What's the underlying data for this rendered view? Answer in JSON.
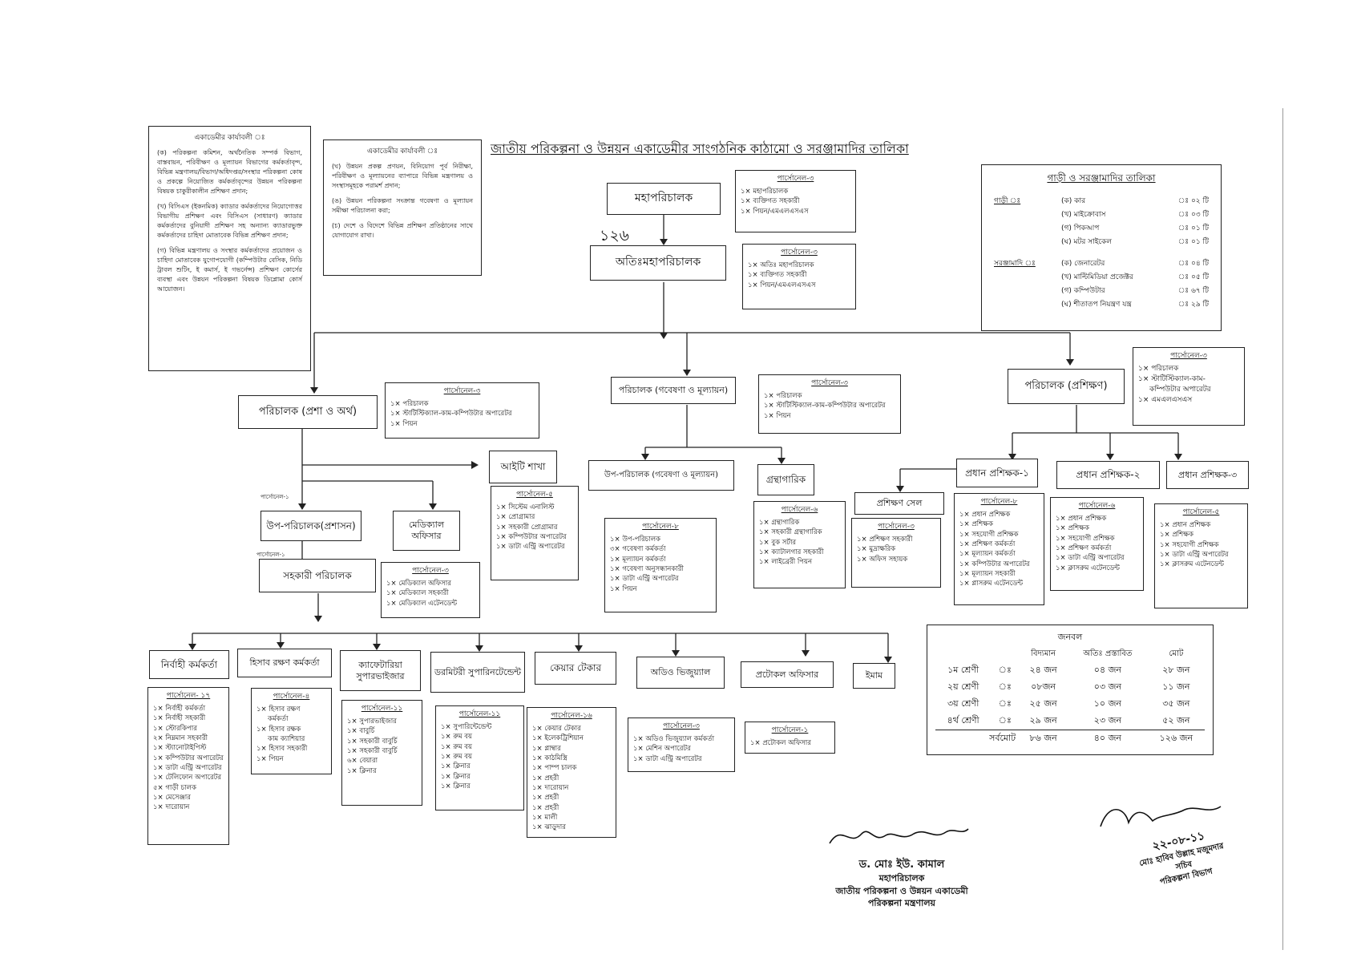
{
  "title": "জাতীয় পরিকল্পনা ও উন্নয়ন একাডেমীর সাংগঠনিক কাঠামো ও সরঞ্জামাদির তালিকা",
  "handwritten_total": "১২৬",
  "functions_left": {
    "heading": "একাডেমীর কার্যাবলী ঃ",
    "paragraphs": [
      "(ক) পরিকল্পনা কমিশন, অর্থনৈতিক সম্পর্ক বিভাগ, বাস্তবায়ন, পরিবীক্ষণ ও মূল্যায়ন বিভাগের কর্মকর্তাবৃন্দ, বিভিন্ন মন্ত্রণালয়/বিভাগ/অধিদপ্তর/সংস্থার পরিকল্পনা কোষ ও প্রকল্পে নিয়োজিত কর্মকর্তাবৃন্দের উন্নয়ন পরিকল্পনা বিষয়ক চাকুরীকালীন প্রশিক্ষণ প্রদান;",
      "(খ) বিসিএস (ইকনমিক) ক্যাডার কর্মকর্তাদের নিয়োগোত্তর বিভাগীয় প্রশিক্ষণ এবং বিসিএস (সাধারণ) ক্যাডার কর্মকর্তাদের বুনিয়াদী প্রশিক্ষণ সহ অন্যান্য ক্যাডারভুক্ত কর্মকর্তাদের চাহিদা মোতাবেক বিভিন্ন প্রশিক্ষণ প্রদান;",
      "(গ) বিভিন্ন মন্ত্রণালয় ও সংস্থার কর্মকর্তাদের প্রয়োজন ও চাহিদা মোতাবেক যুগোপযোগী (কম্পিউটার বেসিক, নিডি ট্রাবল শুটিং, ই কমার্স, ই গভর্নেন্স) প্রশিক্ষণ কোর্সের ব্যবস্থা এবং উন্নয়ন পরিকল্পনা বিষয়ক ডিপ্লোমা কোর্স আয়োজন।"
    ]
  },
  "functions_right": {
    "heading": "একাডেমীর কার্যাবলী ঃ",
    "paragraphs": [
      "(ঘ) উন্নয়ন প্রকল্প প্রণয়ন, বিনিয়োগ পূর্ব নিরীক্ষা, পরিবীক্ষণ ও মূল্যায়নের ব্যাপারে বিভিন্ন মন্ত্রণালয় ও সংস্থাসমূহকে পরামর্শ প্রদান;",
      "(ঙ) উন্নয়ন পরিকল্পনা সংক্রান্ত গবেষণা ও মূল্যায়ন সমীক্ষা পরিচালনা করা;",
      "(চ) দেশে ও বিদেশে বিভিন্ন প্রশিক্ষণ প্রতিষ্ঠানের সাথে যোগাযোগ রাখা।"
    ]
  },
  "nodes": {
    "dg": "মহাপরিচালক",
    "adg": "অতিঃমহাপরিচালক",
    "dir_admin": "পরিচালক (প্রশা ও অর্থ)",
    "dir_research": "পরিচালক (গবেষণা ও মূল্যায়ন)",
    "dir_training": "পরিচালক (প্রশিক্ষণ)",
    "it_branch": "আইটি শাখা",
    "dep_dir_research": "উপ-পরিচালক (গবেষণা ও মূল্যায়ন)",
    "librarian": "গ্রন্থাগারিক",
    "chief_inst_1": "প্রধান প্রশিক্ষক-১",
    "chief_inst_2": "প্রধান প্রশিক্ষক-২",
    "chief_inst_3": "প্রধান প্রশিক্ষক-৩",
    "training_cell": "প্রশিক্ষণ সেল",
    "dep_dir_admin": "উপ-পরিচালক(প্রশাসন)",
    "medical_officer": "মেডিক্যাল অফিসার",
    "asst_dir": "সহকারী পরিচালক",
    "exec_officer": "নির্বাহী কর্মকর্তা",
    "accounts_officer": "হিসাব রক্ষণ কর্মকর্তা",
    "cafeteria": "ক্যাফেটারিয়া সুপারভাইজার",
    "dormitory": "ডরমিটরী সুপারিনটেন্ডেন্ট",
    "caretaker": "কেয়ার টেকার",
    "audio_visual": "অডিও ভিজুয়্যাল",
    "protocol": "প্রটোকল অফিসার",
    "imam": "ইমাম"
  },
  "side_labels": {
    "dep_dir_admin": "পার্সোনেল-১",
    "asst_dir": "পার্সোনেল-১"
  },
  "staff": {
    "dg": {
      "heading": "পার্সোনেল-৩",
      "lines": [
        "১× মহাপরিচালক",
        "১× ব্যক্তিগত সহকারী",
        "১× পিয়ন/এমএলএসএস"
      ]
    },
    "adg": {
      "heading": "পার্সোনেল-৩",
      "lines": [
        "১× অতিঃ মহাপরিচালক",
        "১× ব্যক্তিগত সহকারী",
        "১× পিয়ন/এমএলএসএস"
      ]
    },
    "dir_admin": {
      "heading": "পার্সোনেল-৩",
      "lines": [
        "১× পরিচালক",
        "১× স্টাটিস্টিক্যাল-কাম-কম্পিউটার অপারেটর",
        "১× পিয়ন"
      ]
    },
    "dir_research": {
      "heading": "পার্সোনেল-৩",
      "lines": [
        "১× পরিচালক",
        "১× স্টাটিস্টিক্যাল-কাম-কম্পিউটার অপারেটর",
        "১× পিয়ন"
      ]
    },
    "dir_training": {
      "heading": "পার্সোনেল-৩",
      "lines": [
        "১× পরিচালক",
        "১× স্টাটিস্টিক্যাল-কাম-",
        "কম্পিউটার অপারেটর",
        "১× এমএলএসএস"
      ]
    },
    "it_branch": {
      "heading": "পার্সোনেল-৫",
      "lines": [
        "১× সিস্টেম এনালিস্ট",
        "১× প্রোগ্রামার",
        "১× সহকারী প্রোগ্রামার",
        "১× কম্পিউটার অপারেটর",
        "১× ডাটা এন্ট্রি অপারেটর"
      ]
    },
    "dep_dir_research": {
      "heading": "পার্সোনেল-৮",
      "lines": [
        "১× উপ-পরিচালক",
        "৩× গবেষণা কর্মকর্তা",
        "১× মূল্যায়ন কর্মকর্তা",
        "১× গবেষণা অনুসন্ধানকারী",
        "১× ডাটা এন্ট্রি অপারেটর",
        "১× পিয়ন"
      ]
    },
    "librarian": {
      "heading": "পার্সোনেল-৬",
      "lines": [
        "১× গ্রন্থাগারিক",
        "১× সহকারী গ্রন্থাগারিক",
        "১× বুক সর্টার",
        "১× ক্যাটালগার সহকারী",
        "১× লাইব্রেরী পিয়ন"
      ]
    },
    "training_cell": {
      "heading": "পার্সোনেল-৩",
      "lines": [
        "১× প্রশিক্ষণ সহকারী",
        "১× মুদ্রাক্ষরিক",
        "১× অফিস সহায়ক"
      ]
    },
    "chief_inst_1": {
      "heading": "পার্সোনেল-৮",
      "lines": [
        "১× প্রধান প্রশিক্ষক",
        "১× প্রশিক্ষক",
        "১× সহযোগী প্রশিক্ষক",
        "১× প্রশিক্ষণ কর্মকর্তা",
        "১× মূল্যায়ন কর্মকর্তা",
        "১× কম্পিউটার অপারেটর",
        "১× মূল্যায়ন সহকারী",
        "১× প্লাসরুম এটেনডেন্ট"
      ]
    },
    "chief_inst_2": {
      "heading": "পার্সোনেল-৬",
      "lines": [
        "১× প্রধান প্রশিক্ষক",
        "১× প্রশিক্ষক",
        "১× সহযোগী প্রশিক্ষক",
        "১× প্রশিক্ষণ কর্মকর্তা",
        "১× ডাটা এন্ট্রি অপারেটর",
        "১× ক্লাসরুম এটেনডেন্ট"
      ]
    },
    "chief_inst_3": {
      "heading": "পার্সোনেল-৫",
      "lines": [
        "১× প্রধান প্রশিক্ষক",
        "১× প্রশিক্ষক",
        "১× সহযোগী প্রশিক্ষক",
        "১× ডাটা এন্ট্রি অপারেটর",
        "১× ক্লাসরুম এটেনডেন্ট"
      ]
    },
    "asst_dir": {
      "heading": "পার্সোনেল-৩",
      "lines": [
        "১× মেডিক্যাল অফিসার",
        "১× মেডিক্যাল সহকারী",
        "১× মেডিক্যাল এটেনডেন্ট"
      ]
    },
    "exec_officer": {
      "heading": "পার্সোনেল- ১৭",
      "lines": [
        "১× নির্বাহী কর্মকর্তা",
        "১× নির্বাহী সহকারী",
        "১× স্টোরকিপার",
        "২× নিম্নমান সহকারী",
        "১× স্ট্যানোটাইপিস্ট",
        "১× কম্পিউটার অপারেটর",
        "১× ডাটা এন্ট্রি অপারেটর",
        "১× টেলিফোন অপারেটর",
        "৫× গাড়ী চালক",
        "১× মেসেঞ্জার",
        "১× দারোয়ান"
      ]
    },
    "accounts_officer": {
      "heading": "পার্সোনেল-৪",
      "lines": [
        "১× হিসাব রক্ষণ",
        "কর্মকর্তা",
        "১× হিসাব রক্ষক",
        "কাম ক্যাশিয়ার",
        "১× হিসাব সহকারী",
        "১× পিয়ন"
      ]
    },
    "cafeteria": {
      "heading": "পার্সোনেল-১১",
      "lines": [
        "১× সুপারভাইজার",
        "১× বাবুর্চি",
        "১× সহকারী বাবুর্চি",
        "১× সহকারী বাবুর্চি",
        "৬× বেয়ারা",
        "১× ক্লিনার"
      ]
    },
    "dormitory": {
      "heading": "পার্সোনেল-১১",
      "lines": [
        "১× সুপারিন্টেন্ডেন্ট",
        "১× রুম বয়",
        "১× রুম বয়",
        "১× রুম বয়",
        "১× ক্লিনার",
        "১× ক্লিনার",
        "১× ক্লিনার"
      ]
    },
    "caretaker": {
      "heading": "পার্সোনেল-১৬",
      "lines": [
        "১× কেয়ার টেকার",
        "১× ইলেকট্রিশিয়ান",
        "১× প্লাম্বার",
        "১× কাঠমিস্ত্রি",
        "১× পাম্প চালক",
        "১× প্রহরী",
        "১× দারোয়ান",
        "১× প্রহরী",
        "১× প্রহরী",
        "১× মালী",
        "১× ঝাড়ুদার"
      ]
    },
    "audio_visual": {
      "heading": "পার্সোনেল-৩",
      "lines": [
        "১× অডিও ভিজুয়্যাল কর্মকর্তা",
        "১× মেশিন অপারেটর",
        "১× ডাটা এন্ট্রি অপারেটর"
      ]
    },
    "protocol": {
      "heading": "পার্সোনেল-১",
      "lines": [
        "১× প্রটোকল অফিসার"
      ]
    }
  },
  "equipment": {
    "title": "গাড়ী ও সরঞ্জামাদির তালিকা",
    "vehicles_label": "গাড়ী ঃ",
    "vehicles": [
      {
        "name": "(ক) কার",
        "count": "ঃ ০২ টি"
      },
      {
        "name": "(খ) মাইক্রোবাস",
        "count": "ঃ ০৩ টি"
      },
      {
        "name": "(গ) পিকআপ",
        "count": "ঃ ০১ টি"
      },
      {
        "name": "(ঘ) মটর সাইকেল",
        "count": "ঃ ০১ টি"
      }
    ],
    "equipment_label": "সরঞ্জামাদি ঃ",
    "items": [
      {
        "name": "(ক) জেনারেটর",
        "count": "ঃ ০৪ টি"
      },
      {
        "name": "(খ) মাল্টিমিডিয়া প্রজেক্টর",
        "count": "ঃ ০৫ টি"
      },
      {
        "name": "(গ) কম্পিউটার",
        "count": "ঃ ৬৭ টি"
      },
      {
        "name": "(ঘ) শীতাতপ নিয়ন্ত্রণ যন্ত্র",
        "count": "ঃ ২৯ টি"
      }
    ]
  },
  "manpower": {
    "title": "জনবল",
    "headers": [
      "",
      "",
      "বিদ্যমান",
      "অতিঃ প্রস্তাবিত",
      "মোট"
    ],
    "rows": [
      [
        "১ম শ্রেণী",
        "ঃ",
        "২৪ জন",
        "০৪ জন",
        "২৮ জন"
      ],
      [
        "২য় শ্রেণী",
        "ঃ",
        "০৮জন",
        "০৩ জন",
        "১১ জন"
      ],
      [
        "৩য় শ্রেণী",
        "ঃ",
        "২৫ জন",
        "১০ জন",
        "৩৫ জন"
      ],
      [
        "৪র্থ শ্রেণী",
        "ঃ",
        "২৯ জন",
        "২৩ জন",
        "৫২ জন"
      ]
    ],
    "total": [
      "সর্বমোট",
      "৮৬ জন",
      "৪০ জন",
      "১২৬ জন"
    ]
  },
  "signatures": {
    "left": {
      "name": "ড. মোঃ ইউ. কামাল",
      "title": "মহাপরিচালক",
      "org": "জাতীয় পরিকল্পনা ও উন্নয়ন একাডেমী",
      "ministry": "পরিকল্পনা মন্ত্রণালয়"
    },
    "right": {
      "date": "২২-০৮-১১",
      "name": "মোঃ হাবিব উল্লাহ মজুমদার",
      "title": "সচিব",
      "dept": "পরিকল্পনা বিভাগ"
    }
  }
}
